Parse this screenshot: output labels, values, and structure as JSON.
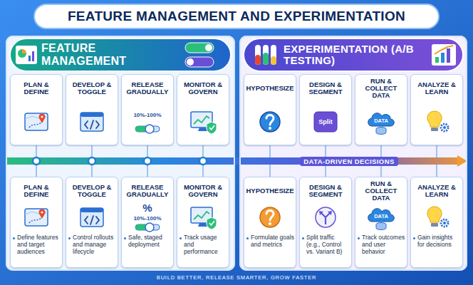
{
  "diagram": {
    "title": "FEATURE MANAGEMENT AND EXPERIMENTATION",
    "nodes": [
      {
        "text": [
          "FEATURE MANAGEMENT"
        ]
      },
      {
        "text": [
          "PLAN & DEFINE"
        ],
        "in": 0
      },
      {
        "text": [
          "DEVELOP & TOGGLE"
        ],
        "in": 0
      },
      {
        "text": [
          "RELEASE GRADUALLY",
          "10%-100%"
        ],
        "in": 0
      },
      {
        "text": [
          "MONITOR & GOVERN"
        ],
        "in": 0
      },
      {
        "text": [
          "PLAN & DEFINE",
          "Define features and target audiences"
        ],
        "in": 0
      },
      {
        "text": [
          "DEVELOP & TOGGLE",
          "Control rollouts and manage lifecycle"
        ],
        "in": 0
      },
      {
        "text": [
          "RELEASE GRADUALLY",
          "%",
          "10%-100%",
          "Safe, staged deployment"
        ],
        "in": 0
      },
      {
        "text": [
          "MONITOR & GOVERN",
          "Track usage and performance"
        ],
        "in": 0
      },
      {
        "text": [
          "EXPERIMENTATION (A/B TESTING)"
        ]
      },
      {
        "text": [
          "HYPOTHESIZE"
        ],
        "in": 9
      },
      {
        "text": [
          "DESIGN & SEGMENT",
          "Split"
        ],
        "in": 9
      },
      {
        "text": [
          "RUN & COLLECT DATA",
          "DATA"
        ],
        "in": 9
      },
      {
        "text": [
          "ANALYZE & LEARN"
        ],
        "in": 9
      },
      {
        "text": [
          "HYPOTHESIZE",
          "Formulate goals and metrics"
        ],
        "in": 9
      },
      {
        "text": [
          "DESIGN & SEGMENT",
          "Split traffic (e.g., Control vs. Variant B)"
        ],
        "in": 9
      },
      {
        "text": [
          "RUN & COLLECT DATA",
          "DATA",
          "Track outcomes and user behavior"
        ],
        "in": 9
      },
      {
        "text": [
          "ANALYZE & LEARN",
          "Gain insights for decisions"
        ],
        "in": 9
      }
    ],
    "edges": [
      {
        "from": 0,
        "to": 9,
        "label": "DATA-DRIVEN DECISIONS",
        "arrow": "to"
      }
    ],
    "labels": [
      "BUILD BETTER, RELEASE SMARTER, GROW FASTER"
    ]
  }
}
